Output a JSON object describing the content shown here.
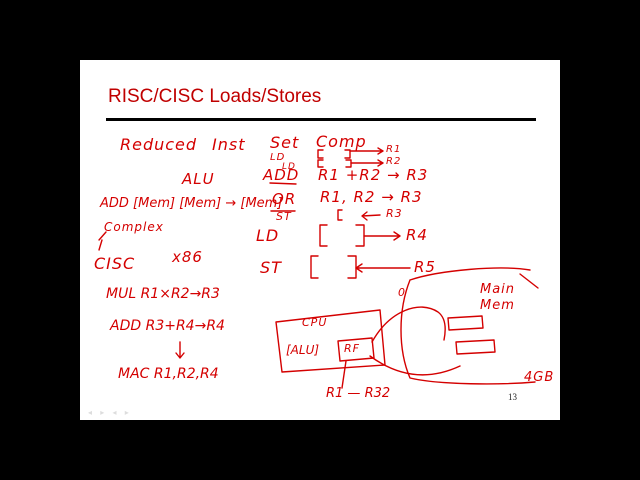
{
  "slide": {
    "title": "RISC/CISC  Loads/Stores",
    "page_number": "13",
    "accent_color": "#c00000",
    "ink_color": "#d40000"
  },
  "handwriting": {
    "reduced": "Reduced",
    "inst": "Inst",
    "set": "Set",
    "comp": "Comp",
    "alu": "ALU",
    "add_mem": "ADD [Mem] [Mem] → [Mem]",
    "complex": "Complex",
    "cisc": "CISC",
    "x86": "x86",
    "mul": "MUL  R1×R2→R3",
    "add2": "ADD  R3+R4→R4",
    "mac": "MAC  R1,R2,R4",
    "ld_small_1": "LD",
    "ld_small_2": "LD",
    "r1": "R1",
    "r2": "R2",
    "add_op": "ADD",
    "add_regs": "R1 +R2 → R3",
    "or_op": "OR",
    "or_regs": "R1, R2 → R3",
    "st_small": "ST",
    "r3_small": "R3",
    "ld": "LD",
    "r4": "R4",
    "st": "ST",
    "r5": "R5",
    "main_mem": "Main Mem",
    "zero": "0",
    "cpu": "CPU",
    "alu_box": "[ALU]",
    "rf": "RF",
    "gb": "4GB",
    "regs_range": "R1 — R32"
  }
}
